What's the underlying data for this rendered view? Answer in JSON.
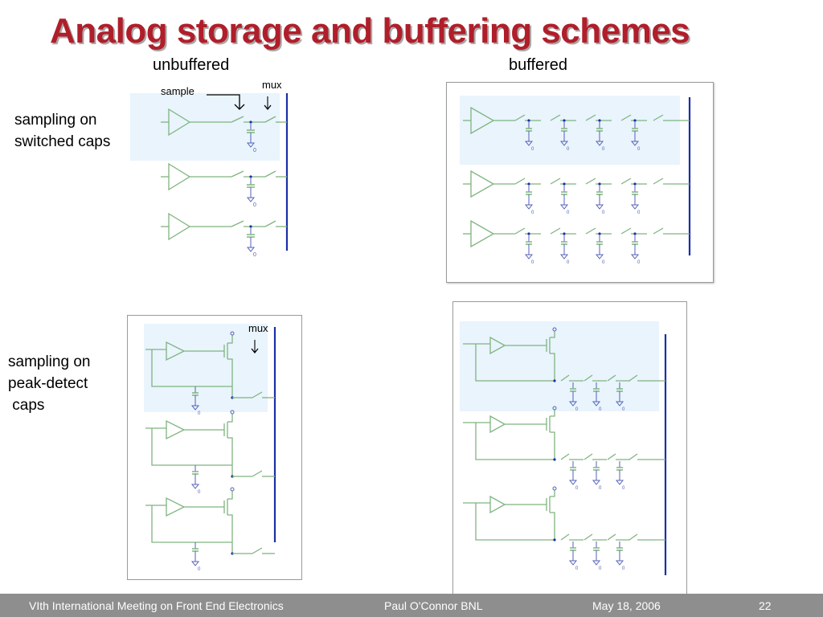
{
  "slide": {
    "title": "Analog storage and buffering schemes",
    "column_headers": {
      "left": "unbuffered",
      "right": "buffered"
    },
    "row_labels": {
      "top": "sampling on\nswitched caps",
      "bottom": "sampling on\npeak-detect\n caps"
    },
    "annotations": {
      "sample": "sample",
      "mux_top": "mux",
      "mux_bottom": "mux"
    },
    "ground_label": "0"
  },
  "footer": {
    "conference": "VIth International Meeting on Front End Electronics",
    "author": "Paul O'Connor BNL",
    "date": "May 18, 2006",
    "page": "22"
  },
  "colors": {
    "title": "#b01e2a",
    "wire": "#7fb47f",
    "ground": "#5560b8",
    "bus": "#1a2fa8",
    "highlight": "#e9f4fd",
    "footer_bg": "#8e8e8e"
  }
}
